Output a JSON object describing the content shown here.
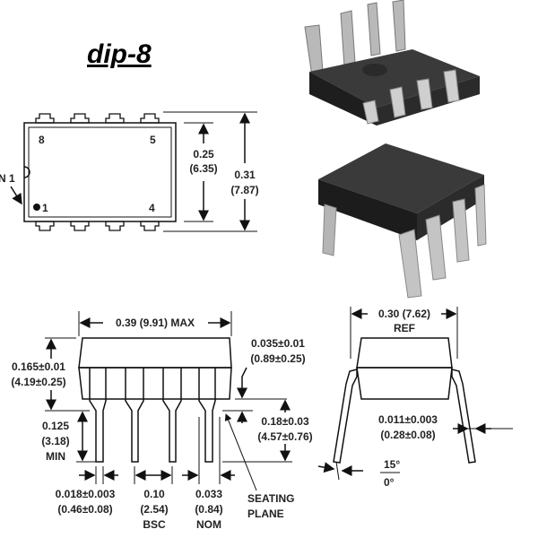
{
  "title": "dip-8",
  "top_view": {
    "pin_labels": {
      "p8": "8",
      "p5": "5",
      "p1": "1",
      "p4": "4"
    },
    "pin1_marker": "N 1",
    "body_width_in": "0.25",
    "body_width_mm": "(6.35)",
    "overall_width_in": "0.31",
    "overall_width_mm": "(7.87)"
  },
  "side_view": {
    "length": "0.39 (9.91) MAX",
    "body_height_in": "0.165±0.01",
    "body_height_mm": "(4.19±0.25)",
    "lead_length_in": "0.125",
    "lead_length_mm": "(3.18)",
    "lead_length_note": "MIN",
    "standoff_in": "0.035±0.01",
    "standoff_mm": "(0.89±0.25)",
    "seated_height_in": "0.18±0.03",
    "seated_height_mm": "(4.57±0.76)",
    "lead_width_in": "0.018±0.003",
    "lead_width_mm": "(0.46±0.08)",
    "pitch_in": "0.10",
    "pitch_mm": "(2.54)",
    "pitch_note": "BSC",
    "shoulder_in": "0.033",
    "shoulder_mm": "(0.84)",
    "shoulder_note": "NOM",
    "seating_plane_1": "SEATING",
    "seating_plane_2": "PLANE"
  },
  "end_view": {
    "row_spacing": "0.30 (7.62)",
    "row_spacing_note": "REF",
    "lead_thickness_in": "0.011±0.003",
    "lead_thickness_mm": "(0.28±0.08)",
    "angle_max": "15°",
    "angle_min": "0°"
  }
}
